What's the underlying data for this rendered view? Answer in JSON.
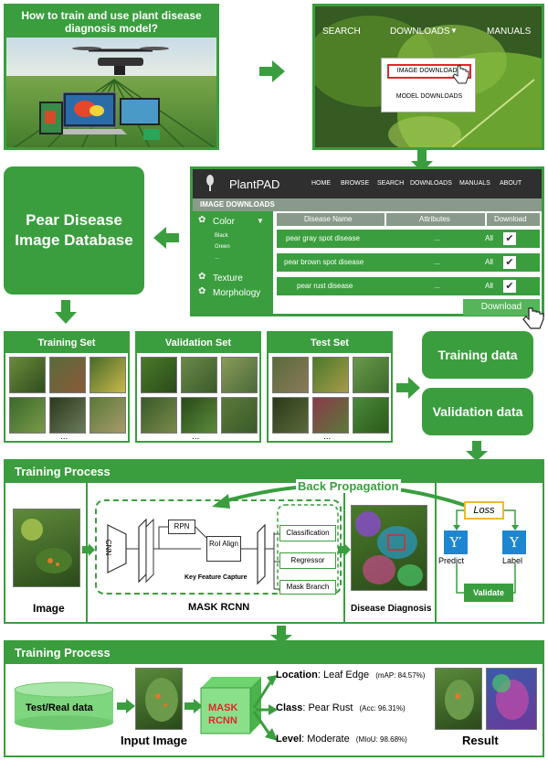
{
  "intro": {
    "title": "How to train and use plant disease diagnosis model?"
  },
  "nav": {
    "search": "SEARCH",
    "downloads": "DOWNLOADS",
    "manuals": "MANUALS",
    "dropdown_item_1": "IMAGE DOWNLOADS",
    "dropdown_item_2": "MODEL DOWNLOADS"
  },
  "plantpad": {
    "brand": "PlantPAD",
    "menu": [
      "HOME",
      "BROWSE",
      "SEARCH",
      "DOWNLOADS",
      "MANUALS",
      "ABOUT"
    ],
    "section": "IMAGE DOWNLOADS",
    "filters": {
      "color": "Color",
      "black": "Black",
      "green": "Green",
      "more": "...",
      "texture": "Texture",
      "morphology": "Morphology"
    },
    "columns": [
      "Disease Name",
      "Attributes",
      "Download"
    ],
    "rows": [
      {
        "name": "pear gray spot disease",
        "attr": "...",
        "dl": "All"
      },
      {
        "name": "pear brown spot disease",
        "attr": "...",
        "dl": "All"
      },
      {
        "name": "pear rust disease",
        "attr": "...",
        "dl": "All"
      }
    ],
    "download_button": "Download"
  },
  "database": {
    "title": "Pear Disease Image Database"
  },
  "sets": {
    "training": "Training Set",
    "validation": "Validation Set",
    "test": "Test Set",
    "ellipsis": "..."
  },
  "data_boxes": {
    "training": "Training data",
    "validation": "Validation data"
  },
  "training": {
    "title": "Training Process",
    "back_propagation": "Back Propagation",
    "image_label": "Image",
    "cnn": "CNN",
    "rpn": "RPN",
    "roi_align": "RoI Align",
    "key_feature": "Key Feature Capture",
    "heads": [
      "Classification",
      "Regressor",
      "Mask Branch"
    ],
    "mask_rcnn": "MASK RCNN",
    "diagnosis": "Disease Diagnosis",
    "loss": "Loss",
    "y_pred": "Y′",
    "y_label": "Y",
    "predict": "Predict",
    "label": "Label",
    "validate": "Validate"
  },
  "inference": {
    "title": "Training Process",
    "data": "Test/Real data",
    "input": "Input Image",
    "model_line1": "MASK",
    "model_line2": "RCNN",
    "location_key": "Location",
    "location_val": ": Leaf Edge",
    "location_metric": "(mAP: 84.57%)",
    "class_key": "Class",
    "class_val": ": Pear Rust",
    "class_metric": "(Acc: 96.31%)",
    "level_key": "Level",
    "level_val": ": Moderate",
    "level_metric": "(MIoU: 98.68%)",
    "result": "Result"
  }
}
